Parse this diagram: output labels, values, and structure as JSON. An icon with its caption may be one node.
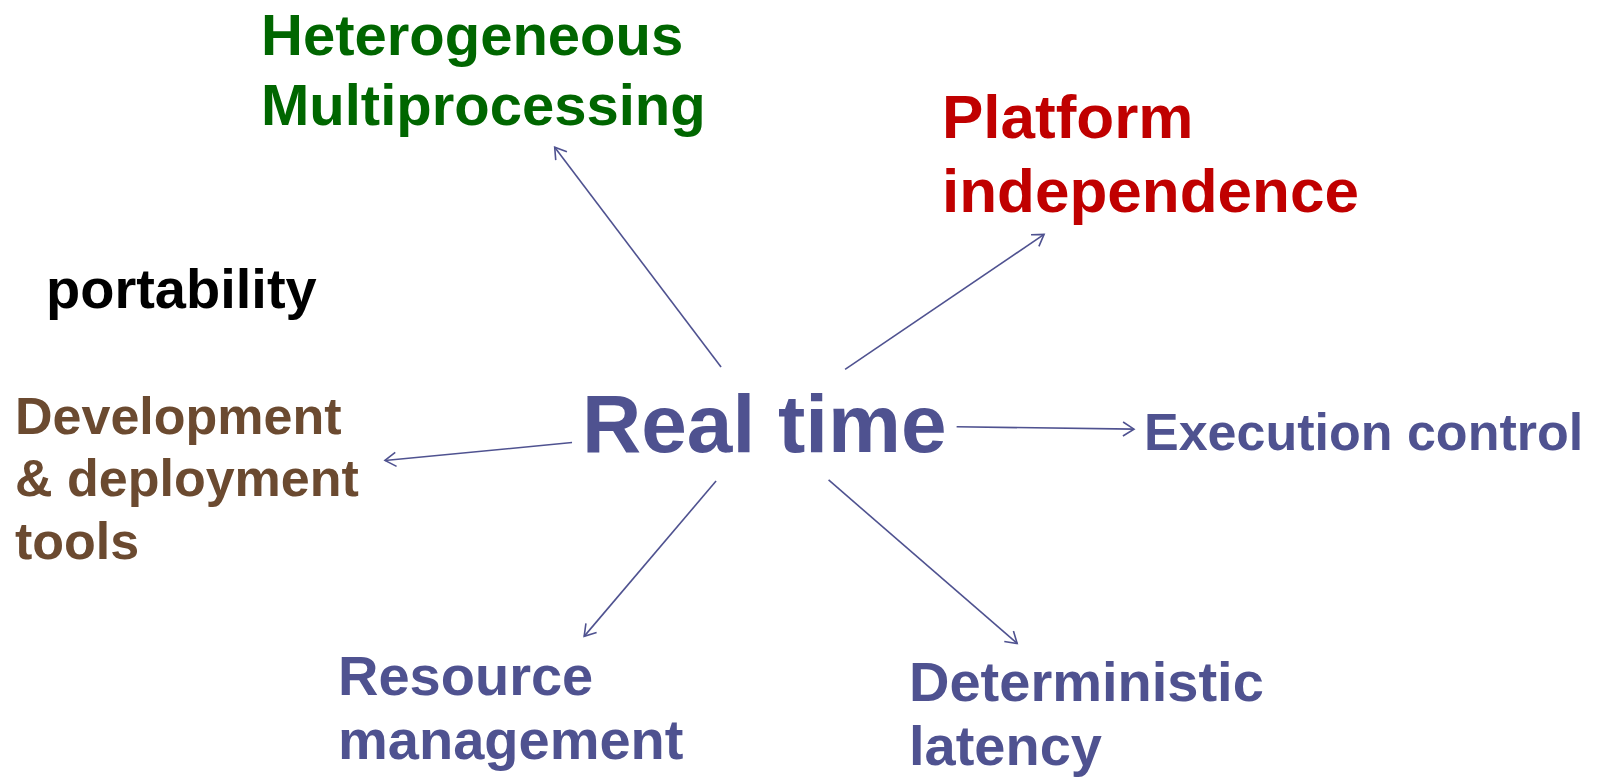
{
  "diagram": {
    "nodes": [
      {
        "text": [
          "Real time"
        ]
      },
      {
        "text": [
          "Heterogeneous Multiprocessing"
        ]
      },
      {
        "text": [
          "Platform independence"
        ]
      },
      {
        "text": [
          "Development & deployment tools"
        ]
      },
      {
        "text": [
          "Execution control"
        ]
      },
      {
        "text": [
          "Resource management"
        ]
      },
      {
        "text": [
          "Deterministic latency"
        ]
      }
    ],
    "edges": [
      {
        "from": 0,
        "to": 1,
        "arrow": "to"
      },
      {
        "from": 0,
        "to": 2,
        "arrow": "to"
      },
      {
        "from": 0,
        "to": 3,
        "arrow": "to"
      },
      {
        "from": 0,
        "to": 4,
        "arrow": "to"
      },
      {
        "from": 0,
        "to": 5,
        "arrow": "to"
      },
      {
        "from": 0,
        "to": 6,
        "arrow": "to"
      }
    ],
    "labels": [
      "portability"
    ]
  }
}
